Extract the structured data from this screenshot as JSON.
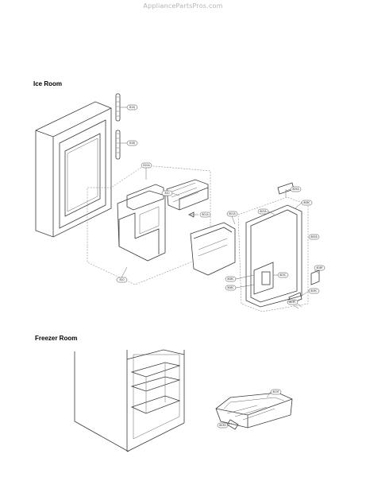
{
  "watermark": "AppliancePartsPros.com",
  "sections": {
    "ice_room": "Ice Room",
    "freezer_room": "Freezer Room"
  },
  "callouts": {
    "c1": "810J",
    "c2": "818J",
    "c3": "810A",
    "c4": "801A",
    "c5": "801A",
    "c6": "800A",
    "c7": "810",
    "c8": "809A",
    "c9": "808C",
    "c10": "803A",
    "c11": "808F",
    "c12": "808C",
    "c13": "803C",
    "c14": "808C",
    "c15": "809C",
    "c16": "803C",
    "c17": "810",
    "c18": "803F",
    "c19": "803D"
  }
}
